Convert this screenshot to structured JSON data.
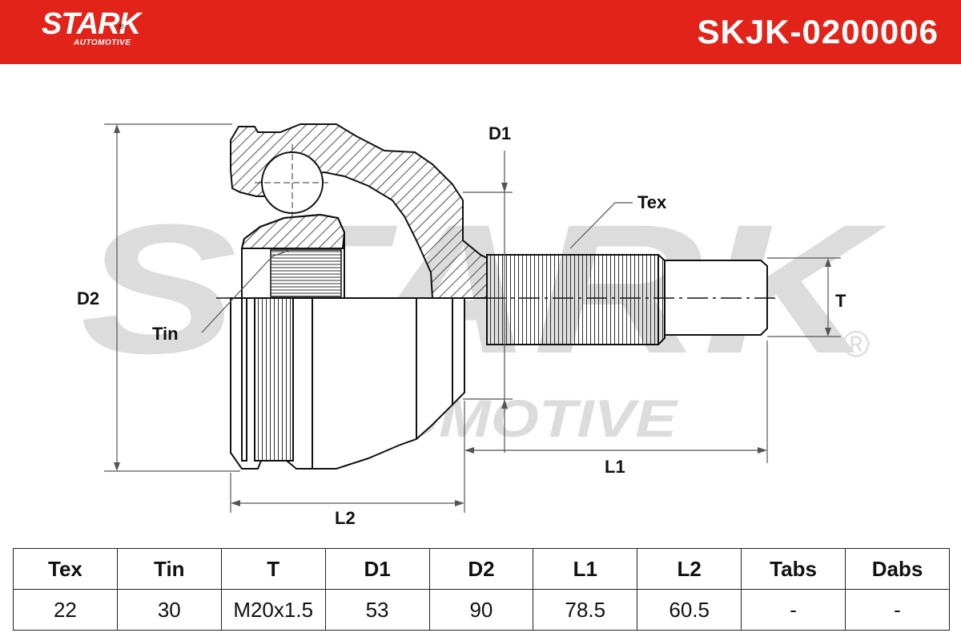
{
  "header": {
    "logo_text": "STARK",
    "logo_subtext": "AUTOMOTIVE",
    "part_number": "SKJK-0200006",
    "accent_color": "#e2231a"
  },
  "diagram": {
    "watermark_main": "STARK",
    "watermark_sub": "AUTOMOTIVE",
    "labels": {
      "d1": "D1",
      "d2": "D2",
      "tex": "Tex",
      "tin": "Tin",
      "t": "T",
      "l1": "L1",
      "l2": "L2"
    }
  },
  "spec_table": {
    "headers": [
      "Tex",
      "Tin",
      "T",
      "D1",
      "D2",
      "L1",
      "L2",
      "Tabs",
      "Dabs"
    ],
    "values": [
      "22",
      "30",
      "M20x1.5",
      "53",
      "90",
      "78.5",
      "60.5",
      "-",
      "-"
    ]
  }
}
